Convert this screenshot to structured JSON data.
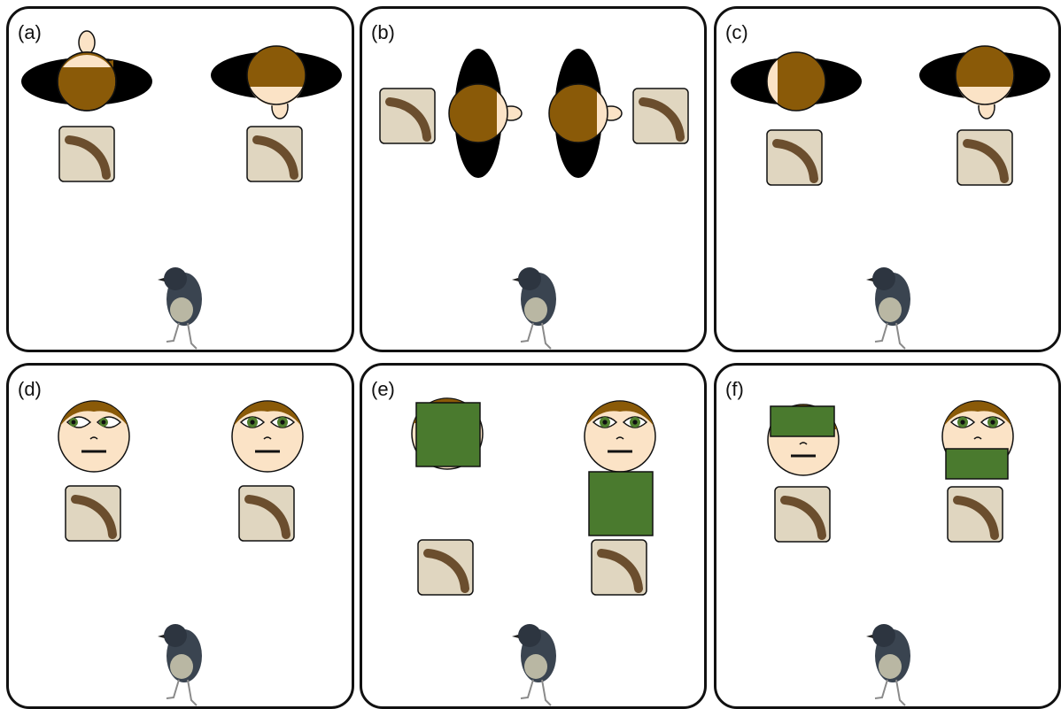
{
  "panels": [
    {
      "label": "(a)",
      "layout": "top-view-horizontal",
      "left_facing": "away",
      "right_facing": "toward"
    },
    {
      "label": "(b)",
      "layout": "top-view-vertical",
      "left_facing": "right",
      "right_facing": "right"
    },
    {
      "label": "(c)",
      "layout": "top-view-horizontal",
      "left_facing": "left",
      "right_facing": "toward"
    },
    {
      "label": "(d)",
      "layout": "faces",
      "left_eyes": "averted",
      "right_eyes": "direct"
    },
    {
      "label": "(e)",
      "layout": "faces-occluded",
      "left_eyes": "covered",
      "right_eyes": "direct"
    },
    {
      "label": "(f)",
      "layout": "faces-blindfold",
      "left_eyes": "covered",
      "right_eyes": "direct"
    }
  ],
  "colors": {
    "hair": "#8a5a08",
    "skin": "#fbe3c6",
    "body": "#000000",
    "screen": "#4a7a2e",
    "iris": "#4f7e2d",
    "tray": "#e0d6c0",
    "worm": "#6b4e2e",
    "bird": "#3a4450"
  },
  "icons": [
    "mealworm-icon",
    "robin-icon",
    "person-icon"
  ]
}
